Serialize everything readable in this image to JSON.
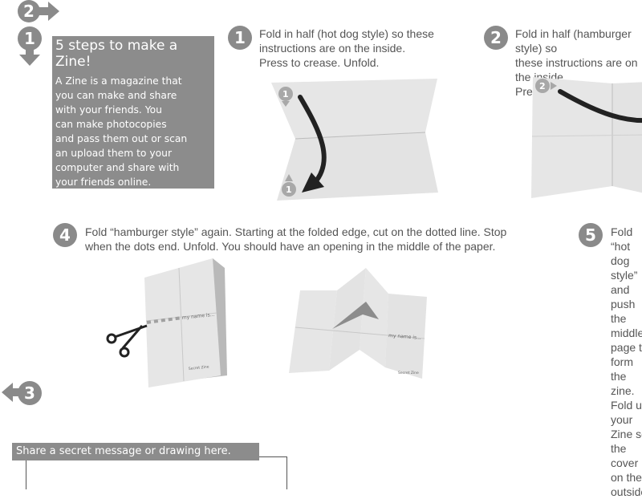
{
  "nav": {
    "top_number": "2",
    "left_number": "3",
    "intro_number": "1"
  },
  "intro": {
    "title": "5 steps to make a\nZine!",
    "body": "A Zine is a magazine that\nyou can make and share\nwith your friends. You\ncan make photocopies\nand pass them out or scan\nan upload them to your\ncomputer and share with\nyour friends online."
  },
  "steps": [
    {
      "number": "1",
      "text": "Fold in half (hot dog style) so these\ninstructions are on the inside.\nPress to crease. Unfold."
    },
    {
      "number": "2",
      "text": "Fold in half (hamburger style) so\nthese instructions are on the inside.\nPress to crease. Unfold."
    },
    {
      "number": "4",
      "text": "Fold “hamburger style” again. Starting at the folded edge, cut on the dotted line. Stop\nwhen the dots end. Unfold. You should have an opening in the middle of the paper."
    },
    {
      "number": "5",
      "text": "Fold “hot dog style” and push the middle\npage to form the zine. Fold up your\nZine so the cover is on the outside."
    }
  ],
  "illustrations": {
    "diagram1_arrow_top": "1",
    "diagram1_arrow_bottom": "1",
    "diagram2_arrow": "2",
    "page_caption": "my name is...",
    "back_caption": "Secret Zine"
  },
  "secret": {
    "label": "Share a secret message or drawing here."
  },
  "colors": {
    "badge_gray": "#8a8a8a",
    "box_gray": "#8c8c8c",
    "paper": "#e6e6e6",
    "text": "#555555"
  }
}
